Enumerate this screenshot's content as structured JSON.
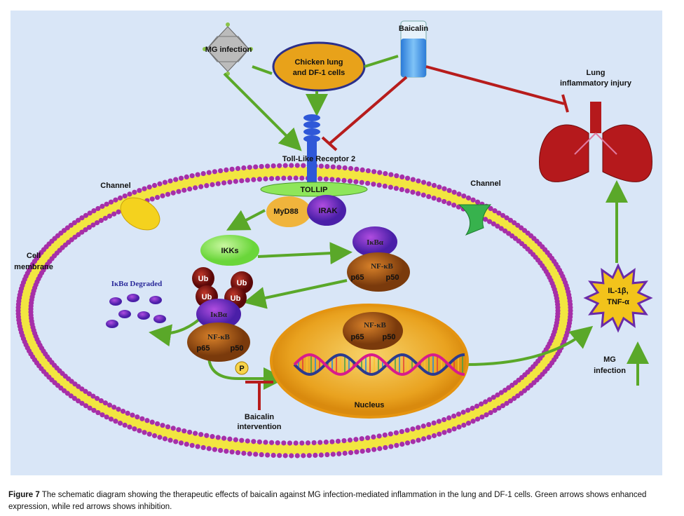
{
  "labels": {
    "mg_infection_top": "MG infection",
    "chicken_lung_line1": "Chicken lung",
    "chicken_lung_line2": "and DF-1 cells",
    "baicalin": "Baicalin",
    "lung_injury_line1": "Lung",
    "lung_injury_line2": "inflammatory injury",
    "tlr2": "Toll-Like Receptor 2",
    "tollip": "TOLLIP",
    "myd88": "MyD88",
    "irak": "IRAK",
    "channel_left": "Channel",
    "channel_right": "Channel",
    "cell_membrane_line1": "Cell",
    "cell_membrane_line2": "membrane",
    "ikks": "IKKs",
    "ikba": "IκBα",
    "nfkb": "NF-κB",
    "p65": "p65",
    "p50": "p50",
    "ub": "Ub",
    "ikba_degraded": "IκBα Degraded",
    "phospho": "P",
    "nucleus": "Nucleus",
    "baicalin_intervention_line1": "Baicalin",
    "baicalin_intervention_line2": "intervention",
    "cytokines_line1": "IL-1β,",
    "cytokines_line2": "TNF-α",
    "mg_infection_right_line1": "MG",
    "mg_infection_right_line2": "infection"
  },
  "caption": {
    "figure_label": "Figure 7",
    "text": " The schematic diagram showing the therapeutic effects of baicalin against MG infection-mediated inflammation in the lung and DF-1 cells. Green arrows shows enhanced expression, while red arrows shows inhibition."
  },
  "colors": {
    "background": "#d9e6f7",
    "activation_arrow": "#5aa829",
    "inhibition_arrow": "#b71c1c",
    "membrane_head": "#a62fa8",
    "membrane_tail": "#f2e640",
    "nucleus": "#e9a21f",
    "lung": "#b5191c"
  }
}
